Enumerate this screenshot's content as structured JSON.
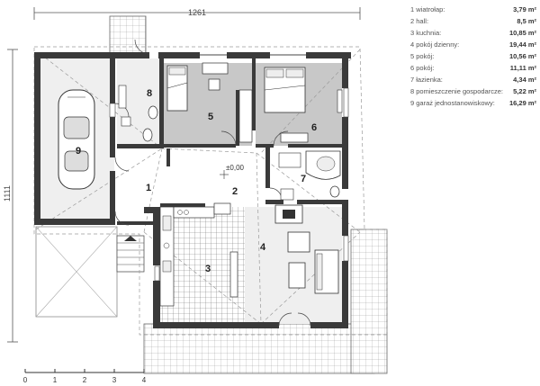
{
  "plan": {
    "width_dimension": "1261",
    "height_dimension": "1111",
    "level_marker": "±0,00",
    "scale_ticks": [
      "0",
      "1",
      "2",
      "3",
      "4"
    ]
  },
  "rooms": [
    {
      "number": "1",
      "name": "wiatrołap:",
      "area": "3,79 m²"
    },
    {
      "number": "2",
      "name": "hall:",
      "area": "8,5 m²"
    },
    {
      "number": "3",
      "name": "kuchnia:",
      "area": "10,85 m²"
    },
    {
      "number": "4",
      "name": "pokój dzienny:",
      "area": "19,44 m²"
    },
    {
      "number": "5",
      "name": "pokój:",
      "area": "10,56 m²"
    },
    {
      "number": "6",
      "name": "pokój:",
      "area": "11,11 m²"
    },
    {
      "number": "7",
      "name": "łazienka:",
      "area": "4,34 m²"
    },
    {
      "number": "8",
      "name": "pomieszczenie gospodarcze:",
      "area": "5,22 m²"
    },
    {
      "number": "9",
      "name": "garaż jednostanowiskowy:",
      "area": "16,29 m²"
    }
  ],
  "colors": {
    "wall": "#3a3a3a",
    "floor_gray": "#c8c8c8",
    "floor_light": "#efefef",
    "roof_line": "#9a9a9a"
  }
}
